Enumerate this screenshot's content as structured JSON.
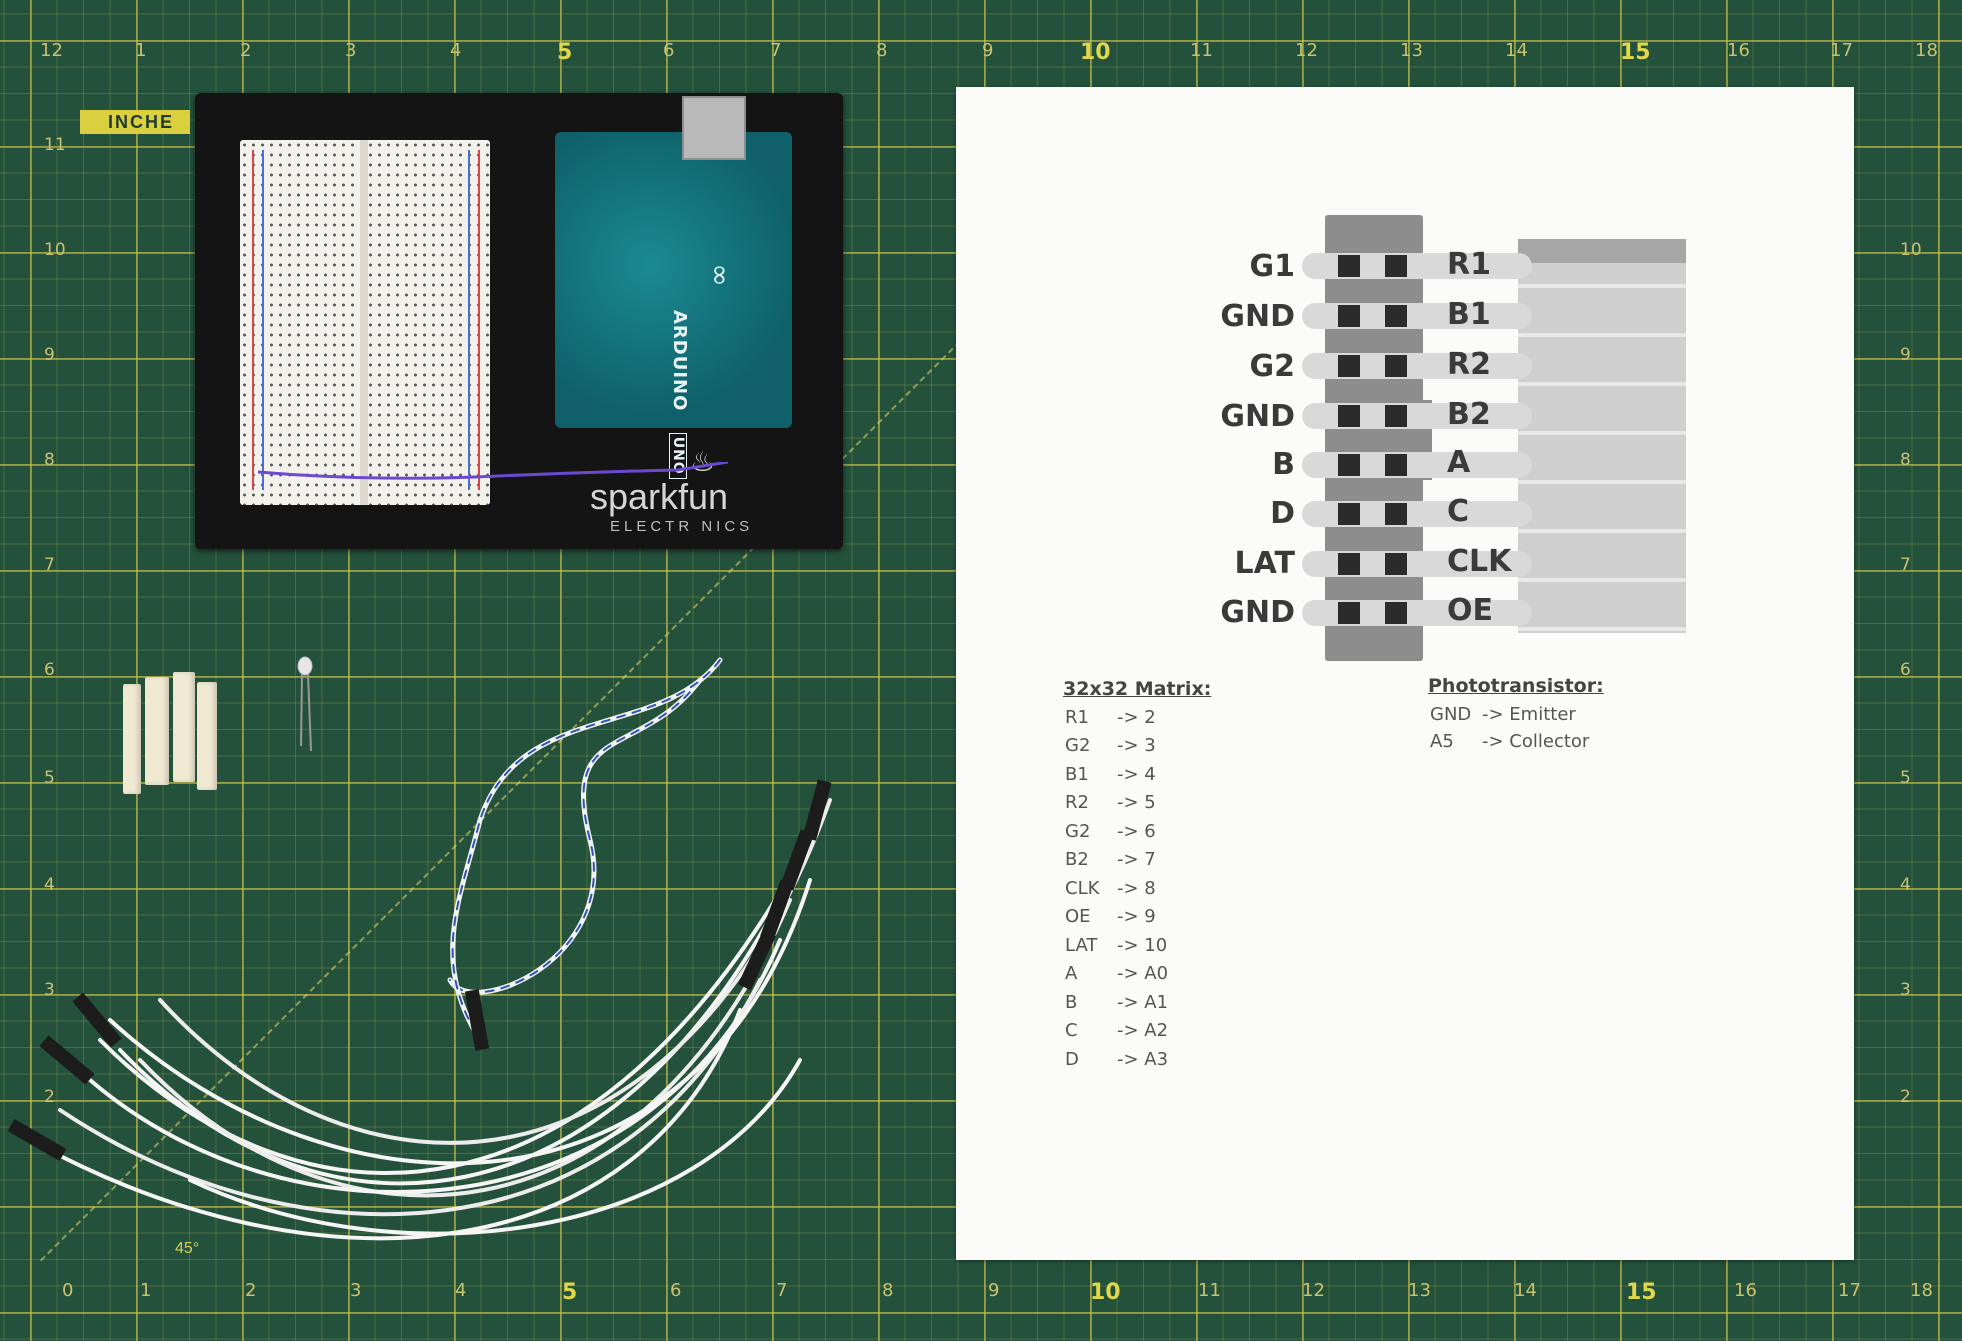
{
  "mat": {
    "inches_tag": "INCHE",
    "angle_label": "45°",
    "ruler_top": [
      "12",
      "1",
      "2",
      "3",
      "4",
      "5",
      "6",
      "7",
      "8",
      "9",
      "10",
      "11",
      "12",
      "13",
      "14",
      "15",
      "16",
      "17",
      "18"
    ],
    "ruler_bottom": [
      "0",
      "1",
      "2",
      "3",
      "4",
      "5",
      "6",
      "7",
      "8",
      "9",
      "10",
      "11",
      "12",
      "13",
      "14",
      "15",
      "16",
      "17",
      "18"
    ],
    "ruler_left": [
      "11",
      "10",
      "9",
      "8",
      "7",
      "6",
      "5",
      "4",
      "3",
      "2"
    ],
    "ruler_right": [
      "10",
      "9",
      "8",
      "7",
      "6",
      "5",
      "4",
      "3",
      "2"
    ]
  },
  "kit": {
    "brand": "sparkfun",
    "brand_sub": "ELECTR NICS",
    "arduino_label": "ARDUINO",
    "arduino_model": "UNO"
  },
  "pinout": {
    "left_labels": [
      "G1",
      "GND",
      "G2",
      "GND",
      "B",
      "D",
      "LAT",
      "GND"
    ],
    "right_labels": [
      "R1",
      "B1",
      "R2",
      "B2",
      "A",
      "C",
      "CLK",
      "OE"
    ]
  },
  "matrix_section": {
    "title": "32x32 Matrix:",
    "rows": [
      {
        "signal": "R1",
        "pin": "-> 2"
      },
      {
        "signal": "G2",
        "pin": "-> 3"
      },
      {
        "signal": "B1",
        "pin": "-> 4"
      },
      {
        "signal": "R2",
        "pin": "-> 5"
      },
      {
        "signal": "G2",
        "pin": "-> 6"
      },
      {
        "signal": "B2",
        "pin": "-> 7"
      },
      {
        "signal": "CLK",
        "pin": "-> 8"
      },
      {
        "signal": "OE",
        "pin": "-> 9"
      },
      {
        "signal": "LAT",
        "pin": "-> 10"
      },
      {
        "signal": "A",
        "pin": "-> A0"
      },
      {
        "signal": "B",
        "pin": "-> A1"
      },
      {
        "signal": "C",
        "pin": "-> A2"
      },
      {
        "signal": "D",
        "pin": "-> A3"
      }
    ]
  },
  "phototransistor_section": {
    "title": "Phototransistor:",
    "rows": [
      {
        "signal": "GND",
        "pin": "-> Emitter"
      },
      {
        "signal": "A5",
        "pin": "-> Collector"
      }
    ]
  }
}
